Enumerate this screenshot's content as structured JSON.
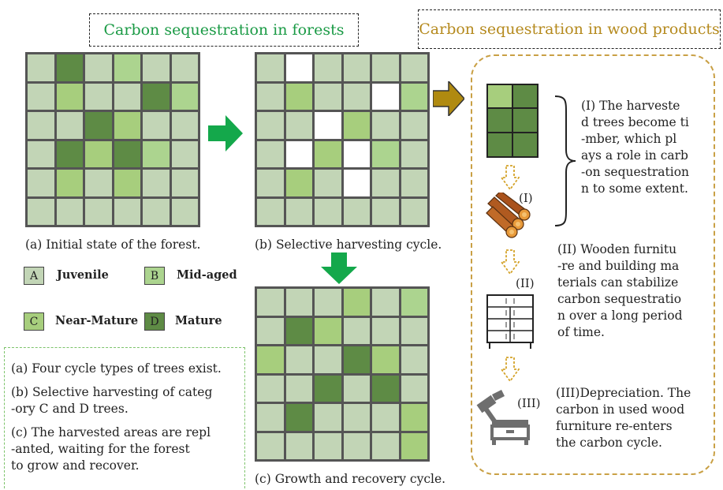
{
  "titles": {
    "forests": "Carbon sequestration in forests",
    "wood": "Carbon sequestration in wood products"
  },
  "colors": {
    "A": "#c2d5b6",
    "B": "#acd48f",
    "C": "#a7ce7d",
    "D": "#5e8b45",
    "empty": "#ffffff",
    "title_green": "#1a9a45",
    "title_gold": "#b58a1e",
    "arrow_green": "#14a84b",
    "arrow_gold": "#b08a10",
    "notes_border": "#7cc36a",
    "products_border": "#c9a045"
  },
  "grids": {
    "initial": [
      [
        "A",
        "D",
        "A",
        "B",
        "A",
        "A"
      ],
      [
        "A",
        "C",
        "A",
        "A",
        "D",
        "B"
      ],
      [
        "A",
        "A",
        "D",
        "C",
        "A",
        "A"
      ],
      [
        "A",
        "D",
        "C",
        "D",
        "B",
        "A"
      ],
      [
        "A",
        "C",
        "A",
        "C",
        "A",
        "A"
      ],
      [
        "A",
        "A",
        "A",
        "A",
        "A",
        "A"
      ]
    ],
    "harvest": [
      [
        "A",
        "E",
        "A",
        "A",
        "A",
        "A"
      ],
      [
        "A",
        "C",
        "A",
        "A",
        "E",
        "B"
      ],
      [
        "A",
        "A",
        "E",
        "C",
        "A",
        "A"
      ],
      [
        "A",
        "E",
        "C",
        "E",
        "B",
        "A"
      ],
      [
        "A",
        "C",
        "A",
        "E",
        "A",
        "A"
      ],
      [
        "A",
        "A",
        "A",
        "A",
        "A",
        "A"
      ]
    ],
    "recovery": [
      [
        "A",
        "A",
        "A",
        "C",
        "A",
        "B"
      ],
      [
        "A",
        "D",
        "C",
        "A",
        "A",
        "A"
      ],
      [
        "C",
        "A",
        "A",
        "D",
        "C",
        "A"
      ],
      [
        "A",
        "A",
        "D",
        "A",
        "D",
        "A"
      ],
      [
        "A",
        "D",
        "A",
        "A",
        "A",
        "C"
      ],
      [
        "A",
        "A",
        "A",
        "A",
        "A",
        "C"
      ]
    ]
  },
  "captions": {
    "initial": "(a) Initial state of the forest.",
    "harvest": "(b) Selective harvesting cycle.",
    "recovery": "(c) Growth and recovery cycle."
  },
  "legend": [
    {
      "letter": "A",
      "label": "Juvenile"
    },
    {
      "letter": "B",
      "label": "Mid-aged"
    },
    {
      "letter": "C",
      "label": "Near-Mature"
    },
    {
      "letter": "D",
      "label": "Mature"
    }
  ],
  "notes": [
    "(a) Four cycle types of trees exist.",
    "(b) Selective harvesting of categ",
    "-ory C and D trees.",
    "(c) The harvested areas are repl",
    "-anted, waiting for the forest",
    "to grow and recover."
  ],
  "stages": {
    "timber": {
      "roman": "(I)",
      "lines": [
        "(I) The harveste",
        "d trees become ti",
        "-mber, which pl",
        "ays a role in carb",
        "-on sequestration",
        "n to some extent."
      ]
    },
    "furniture": {
      "roman": "(II)",
      "lines": [
        "(II) Wooden furnitu",
        "-re and building ma",
        "terials can stabilize",
        "carbon sequestratio",
        "n over a long period",
        "of time."
      ]
    },
    "depreciation": {
      "roman": "(III)",
      "lines": [
        "(III)Depreciation. The",
        "carbon in used wood",
        "furniture re-enters",
        "the carbon cycle."
      ]
    }
  }
}
